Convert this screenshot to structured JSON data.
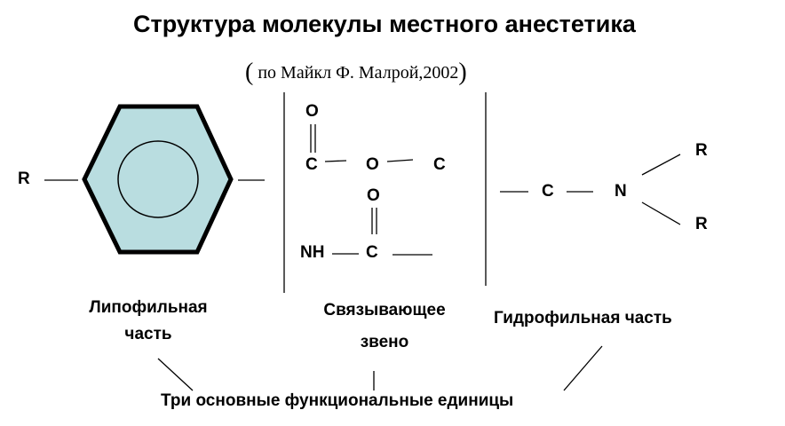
{
  "title": "Структура  молекулы местного анестетика",
  "subtitle": {
    "open": "(",
    "text": " по Майкл Ф. Малрой,2002",
    "close": ")"
  },
  "atoms": {
    "ring_r": "R",
    "link_o_top": "O",
    "link_c1": "C",
    "link_o_mid": "O",
    "link_c2": "C",
    "link_o_lower": "O",
    "link_nh": "NH",
    "link_c3": "C",
    "hydro_c": "C",
    "hydro_n": "N",
    "hydro_r_top": "R",
    "hydro_r_bottom": "R"
  },
  "labels": {
    "lipophilic_line1": "Липофильная",
    "lipophilic_line2": "часть",
    "linker_line1": "Связывающее",
    "linker_line2": "звено",
    "hydrophilic": "Гидрофильная часть",
    "bottom": "Три основные  функциональные единицы"
  },
  "colors": {
    "ring_fill": "#b9dde0",
    "line": "#000000"
  }
}
